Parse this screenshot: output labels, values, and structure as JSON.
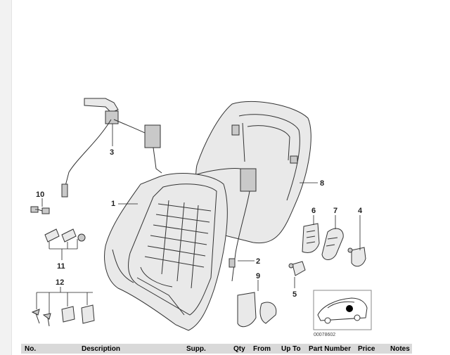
{
  "diagram": {
    "callouts": [
      "1",
      "2",
      "3",
      "4",
      "5",
      "6",
      "7",
      "8",
      "9",
      "10",
      "11",
      "12"
    ],
    "reference_code": "00078602"
  },
  "table": {
    "columns": [
      "No.",
      "Description",
      "Supp.",
      "Qty",
      "From",
      "Up To",
      "Part Number",
      "Price",
      "Notes"
    ]
  }
}
